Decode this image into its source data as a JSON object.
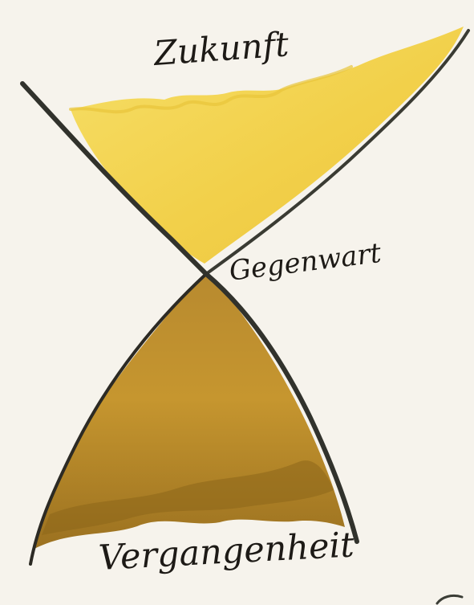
{
  "labels": {
    "future": "Zukunft",
    "present": "Gegenwart",
    "past": "Vergangenheit"
  },
  "colors": {
    "paper": "#f6f3ec",
    "future_wash": "#f4d44a",
    "past_wash": "#b98b2e",
    "ink": "#2f2f2a"
  }
}
